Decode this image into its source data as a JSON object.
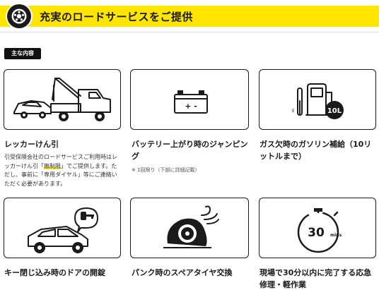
{
  "header": {
    "title": "充実のロードサービスをご提供",
    "icon": "wheel-icon",
    "accent_color": "#ffe500"
  },
  "section": {
    "badge": "主な内容"
  },
  "services": [
    {
      "title": "レッカーけん引",
      "icon": "tow-truck-icon",
      "description": {
        "before": "引受保険会社のロードサービスご利用時はレッカーけん引「",
        "highlight": "無制限",
        "after": "」でご提供します。ただし、事前に「専用ダイヤル」等にご連絡いただく必要があります。"
      }
    },
    {
      "title": "バッテリー上がり時のジャンピング",
      "icon": "battery-icon",
      "battery_symbols": "+ -",
      "note": "※ 1回限り（下部に詳細記載）"
    },
    {
      "title": "ガス欠時のガソリン補給（10リットルまで）",
      "icon": "fuel-pump-icon",
      "fuel_label": "10L",
      "gauge_label": "E"
    },
    {
      "title": "キー閉じ込み時のドアの開錠",
      "icon": "car-key-icon"
    },
    {
      "title": "パンク時のスペアタイヤ交換",
      "icon": "flat-tire-icon"
    },
    {
      "title": "現場で30分以内に完了する応急修理・軽作業",
      "icon": "stopwatch-icon",
      "timer_value": "30",
      "timer_unit": "mins"
    }
  ]
}
